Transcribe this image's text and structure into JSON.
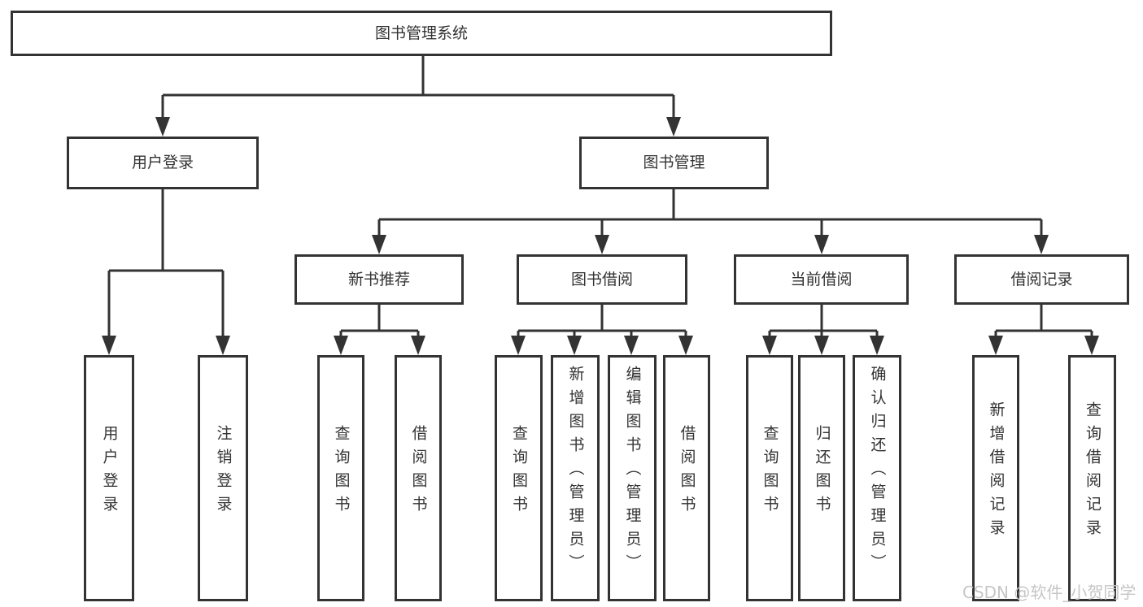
{
  "diagram": {
    "type": "hierarchy-flowchart",
    "root": {
      "label": "图书管理系统",
      "children": [
        {
          "label": "用户登录",
          "children": [
            {
              "label": "用户登录"
            },
            {
              "label": "注销登录"
            }
          ]
        },
        {
          "label": "图书管理",
          "children": [
            {
              "label": "新书推荐",
              "children": [
                {
                  "label": "查询图书"
                },
                {
                  "label": "借阅图书"
                }
              ]
            },
            {
              "label": "图书借阅",
              "children": [
                {
                  "label": "查询图书"
                },
                {
                  "label": "新增图书（管理员）"
                },
                {
                  "label": "编辑图书（管理员）"
                },
                {
                  "label": "借阅图书"
                }
              ]
            },
            {
              "label": "当前借阅",
              "children": [
                {
                  "label": "查询图书"
                },
                {
                  "label": "归还图书"
                },
                {
                  "label": "确认归还（管理员）"
                }
              ]
            },
            {
              "label": "借阅记录",
              "children": [
                {
                  "label": "新增借阅记录"
                },
                {
                  "label": "查询借阅记录"
                }
              ]
            }
          ]
        }
      ]
    }
  },
  "watermark": {
    "text": "CSDN @软件_小贺同学"
  },
  "colors": {
    "line": "#333333",
    "text": "#333333",
    "watermark": "#c6c6c6",
    "background": "#ffffff"
  }
}
